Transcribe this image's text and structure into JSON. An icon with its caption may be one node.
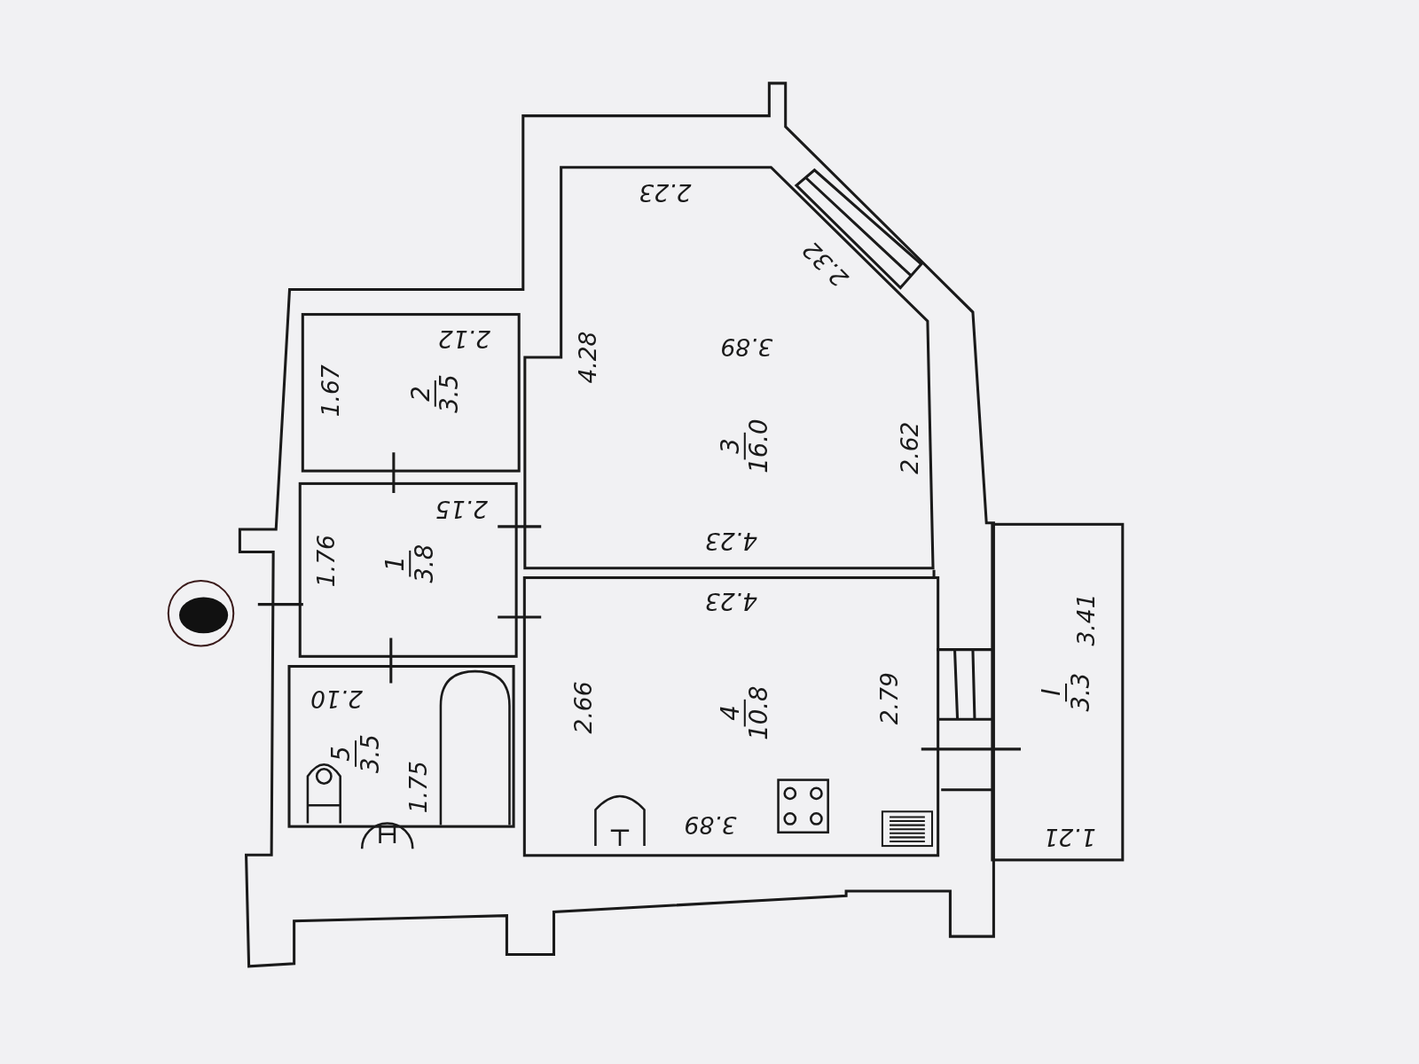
{
  "diagram": {
    "nodes": [
      {
        "text": [
          "3",
          "16.0"
        ]
      },
      {
        "text": [
          "2",
          "3.5"
        ]
      },
      {
        "text": [
          "1",
          "3.8"
        ]
      },
      {
        "text": [
          "I",
          "3.3"
        ]
      },
      {
        "text": [
          "4",
          "10.8"
        ]
      },
      {
        "text": [
          "5",
          "3.5"
        ]
      }
    ],
    "labels": [
      "2.23",
      "2.32",
      "2.12",
      "4.28",
      "3.89",
      "1.67",
      "2.62",
      "2.15",
      "4.23",
      "1.76",
      "4.23",
      "2.10",
      "3.41",
      "2.66",
      "2.79",
      "1.75",
      "3.89",
      "1.21"
    ]
  }
}
